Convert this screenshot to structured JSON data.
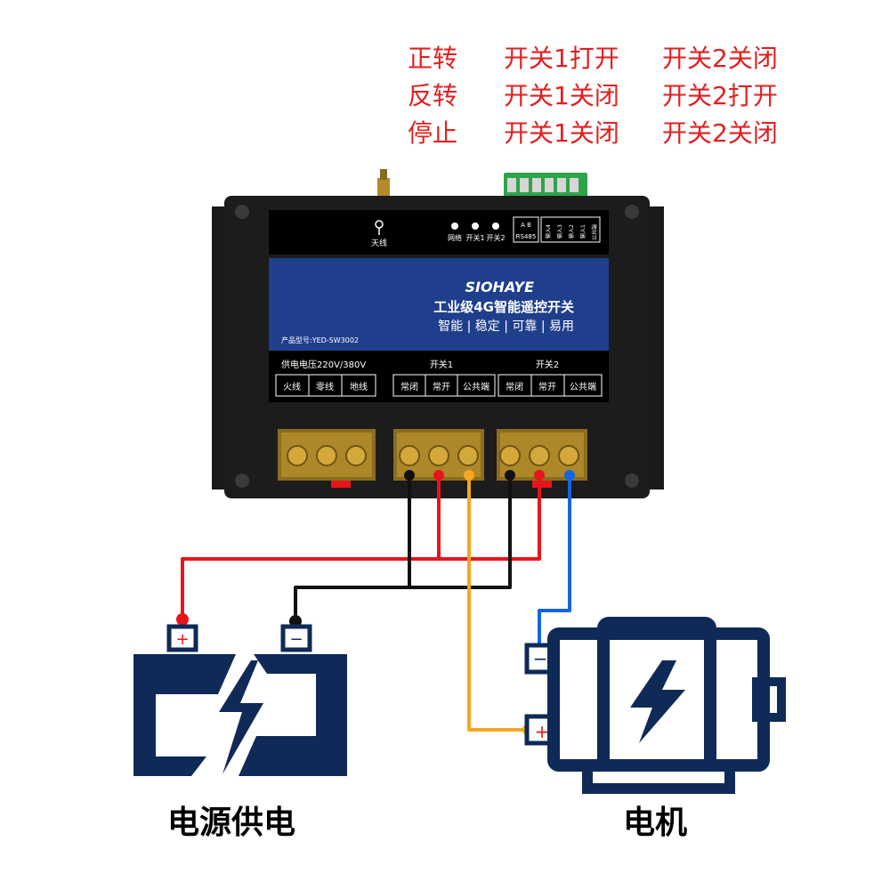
{
  "legend": {
    "rows": [
      {
        "mode": "正转",
        "switch1": "开关1打开",
        "switch2": "开关2关闭"
      },
      {
        "mode": "反转",
        "switch1": "开关1关闭",
        "switch2": "开关2打开"
      },
      {
        "mode": "停止",
        "switch1": "开关1关闭",
        "switch2": "开关2关闭"
      }
    ]
  },
  "device": {
    "antenna_label": "天线",
    "indicators": [
      "网络",
      "开关1",
      "开关2"
    ],
    "rs485_label": "RS485",
    "rs485_ab": "A B",
    "terminal_labels": [
      "输入4",
      "输入3",
      "输入2",
      "输入1",
      "公共端"
    ],
    "brand": "SIOHAYE",
    "title": "工业级4G智能遥控开关",
    "subtitle": "智能 | 稳定 | 可靠 | 易用",
    "model": "产品型号:YED-SW3002",
    "power_header": "供电电压220V/380V",
    "switch1_header": "开关1",
    "switch2_header": "开关2",
    "power_terminals": [
      "火线",
      "零线",
      "地线"
    ],
    "switch1_terminals": [
      "常闭",
      "常开",
      "公共端"
    ],
    "switch2_terminals": [
      "常闭",
      "常开",
      "公共端"
    ]
  },
  "battery": {
    "label": "电源供电",
    "plus": "+",
    "minus": "−"
  },
  "motor": {
    "label": "电机",
    "plus": "+",
    "minus": "−"
  },
  "colors": {
    "legend_text": "#e02020",
    "wire_red": "#e8141c",
    "wire_black": "#111111",
    "wire_orange": "#f6a623",
    "wire_blue": "#1565e0",
    "icon_navy": "#0f2a56",
    "panel_blue": "#1f3e8c"
  }
}
